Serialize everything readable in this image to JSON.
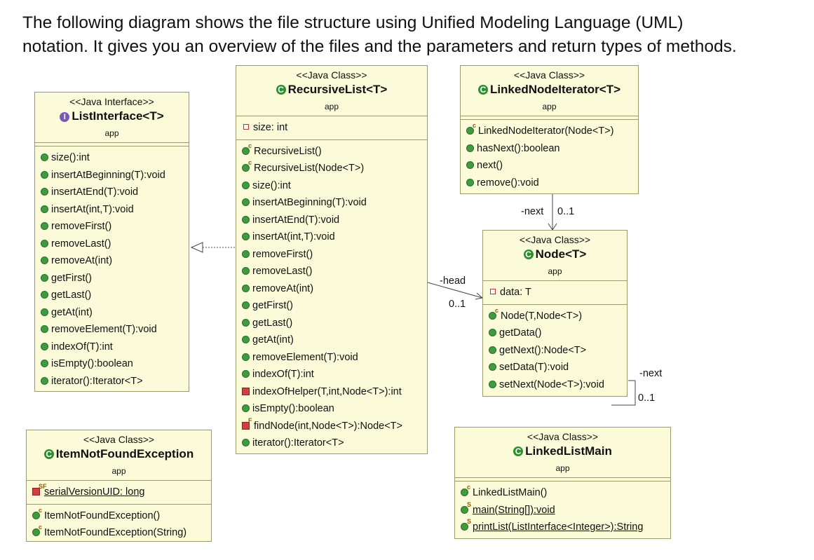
{
  "intro": {
    "line1": "The following diagram shows the file structure using Unified Modeling Language (UML)",
    "line2": "notation. It gives you an overview of the files and the parameters and return types of methods."
  },
  "classes": {
    "listInterface": {
      "stereotype": "<<Java Interface>>",
      "name": "ListInterface<T>",
      "package": "app",
      "methods": [
        "size():int",
        "insertAtBeginning(T):void",
        "insertAtEnd(T):void",
        "insertAt(int,T):void",
        "removeFirst()",
        "removeLast()",
        "removeAt(int)",
        "getFirst()",
        "getLast()",
        "getAt(int)",
        "removeElement(T):void",
        "indexOf(T):int",
        "isEmpty():boolean",
        "iterator():Iterator<T>"
      ]
    },
    "recursiveList": {
      "stereotype": "<<Java Class>>",
      "name": "RecursiveList<T>",
      "package": "app",
      "fields": [
        "size: int"
      ],
      "methods": [
        "RecursiveList()",
        "RecursiveList(Node<T>)",
        "size():int",
        "insertAtBeginning(T):void",
        "insertAtEnd(T):void",
        "insertAt(int,T):void",
        "removeFirst()",
        "removeLast()",
        "removeAt(int)",
        "getFirst()",
        "getLast()",
        "getAt(int)",
        "removeElement(T):void",
        "indexOf(T):int",
        "indexOfHelper(T,int,Node<T>):int",
        "isEmpty():boolean",
        "findNode(int,Node<T>):Node<T>",
        "iterator():Iterator<T>"
      ]
    },
    "linkedNodeIterator": {
      "stereotype": "<<Java Class>>",
      "name": "LinkedNodeIterator<T>",
      "package": "app",
      "methods": [
        "LinkedNodeIterator(Node<T>)",
        "hasNext():boolean",
        "next()",
        "remove():void"
      ]
    },
    "node": {
      "stereotype": "<<Java Class>>",
      "name": "Node<T>",
      "package": "app",
      "fields": [
        "data: T"
      ],
      "methods": [
        "Node(T,Node<T>)",
        "getData()",
        "getNext():Node<T>",
        "setData(T):void",
        "setNext(Node<T>):void"
      ]
    },
    "itemNotFound": {
      "stereotype": "<<Java Class>>",
      "name": "ItemNotFoundException",
      "package": "app",
      "fields": [
        "serialVersionUID: long"
      ],
      "methods": [
        "ItemNotFoundException()",
        "ItemNotFoundException(String)"
      ]
    },
    "linkedListMain": {
      "stereotype": "<<Java Class>>",
      "name": "LinkedListMain",
      "package": "app",
      "methods": [
        "LinkedListMain()",
        "main(String[]):void",
        "printList(ListInterface<Integer>):String"
      ]
    }
  },
  "associations": {
    "head_role": "-head",
    "head_mult": "0..1",
    "iter_next_role": "-next",
    "iter_next_mult": "0..1",
    "self_next_role": "-next",
    "self_next_mult": "0..1"
  }
}
